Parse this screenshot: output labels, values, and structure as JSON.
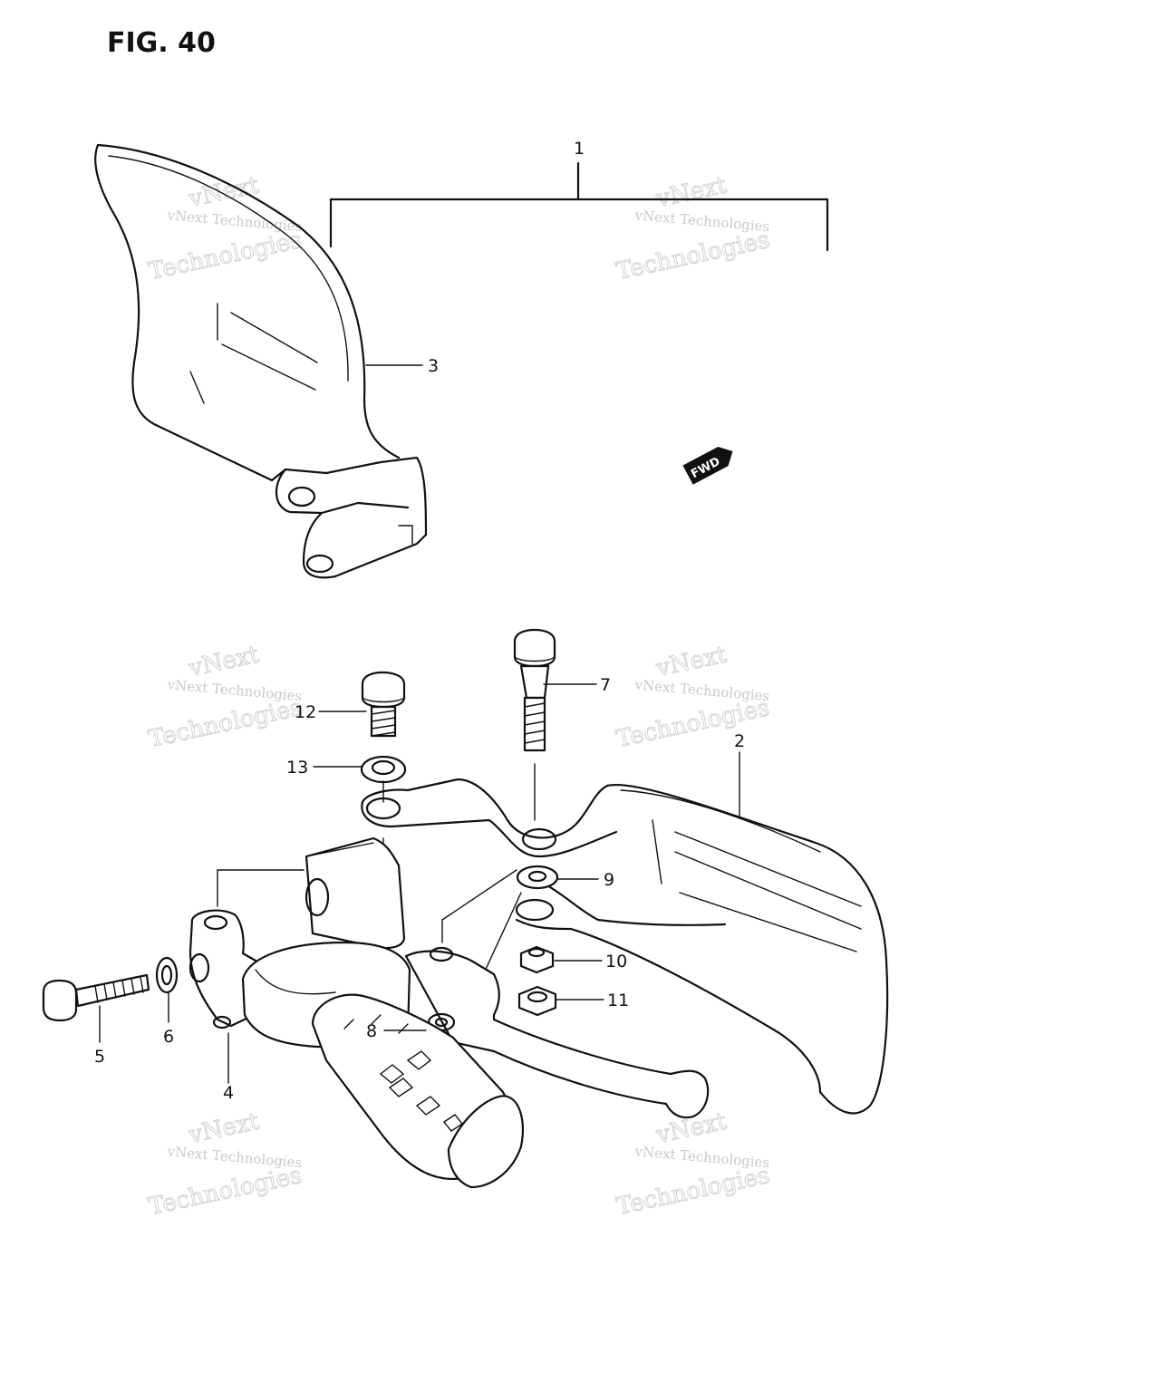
{
  "figure": {
    "title": "FIG. 40"
  },
  "callouts": [
    {
      "id": "1",
      "label": "1"
    },
    {
      "id": "2",
      "label": "2"
    },
    {
      "id": "3",
      "label": "3"
    },
    {
      "id": "4",
      "label": "4"
    },
    {
      "id": "5",
      "label": "5"
    },
    {
      "id": "6",
      "label": "6"
    },
    {
      "id": "7",
      "label": "7"
    },
    {
      "id": "8",
      "label": "8"
    },
    {
      "id": "9",
      "label": "9"
    },
    {
      "id": "10",
      "label": "10"
    },
    {
      "id": "11",
      "label": "11"
    },
    {
      "id": "12",
      "label": "12"
    },
    {
      "id": "13",
      "label": "13"
    }
  ],
  "fwd_mark": "FWD",
  "watermark": {
    "line1": "vNext",
    "line2": "vNext Technologies",
    "line3": "Technologies"
  }
}
